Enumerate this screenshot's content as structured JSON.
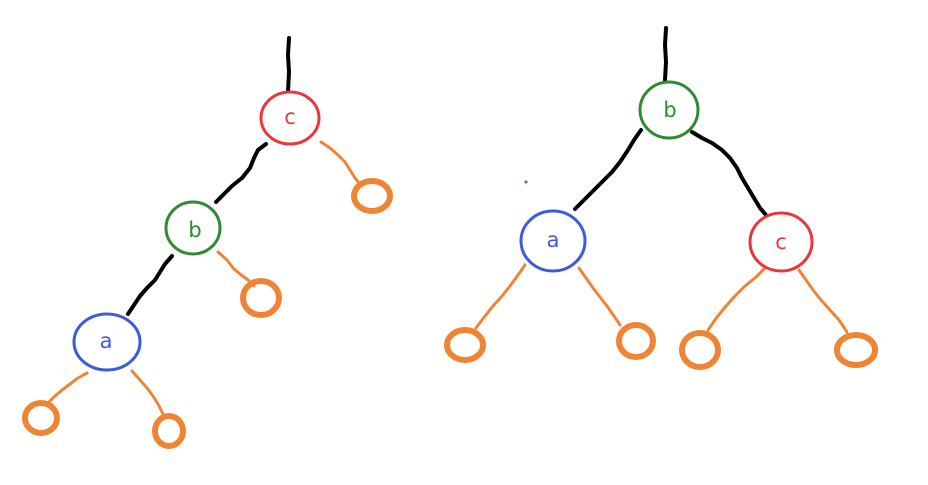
{
  "colors": {
    "node_a": "#3b5bdb",
    "node_b": "#2e8b2e",
    "node_c": "#e8383d",
    "leaf": "#ef8534",
    "edge": "#000000"
  },
  "left_tree": {
    "nodes": [
      {
        "key": "c",
        "label": "c",
        "color_key": "node_c"
      },
      {
        "key": "b",
        "label": "b",
        "color_key": "node_b"
      },
      {
        "key": "a",
        "label": "a",
        "color_key": "node_a"
      }
    ]
  },
  "right_tree": {
    "nodes": [
      {
        "key": "b",
        "label": "b",
        "color_key": "node_b"
      },
      {
        "key": "a",
        "label": "a",
        "color_key": "node_a"
      },
      {
        "key": "c",
        "label": "c",
        "color_key": "node_c"
      }
    ]
  }
}
